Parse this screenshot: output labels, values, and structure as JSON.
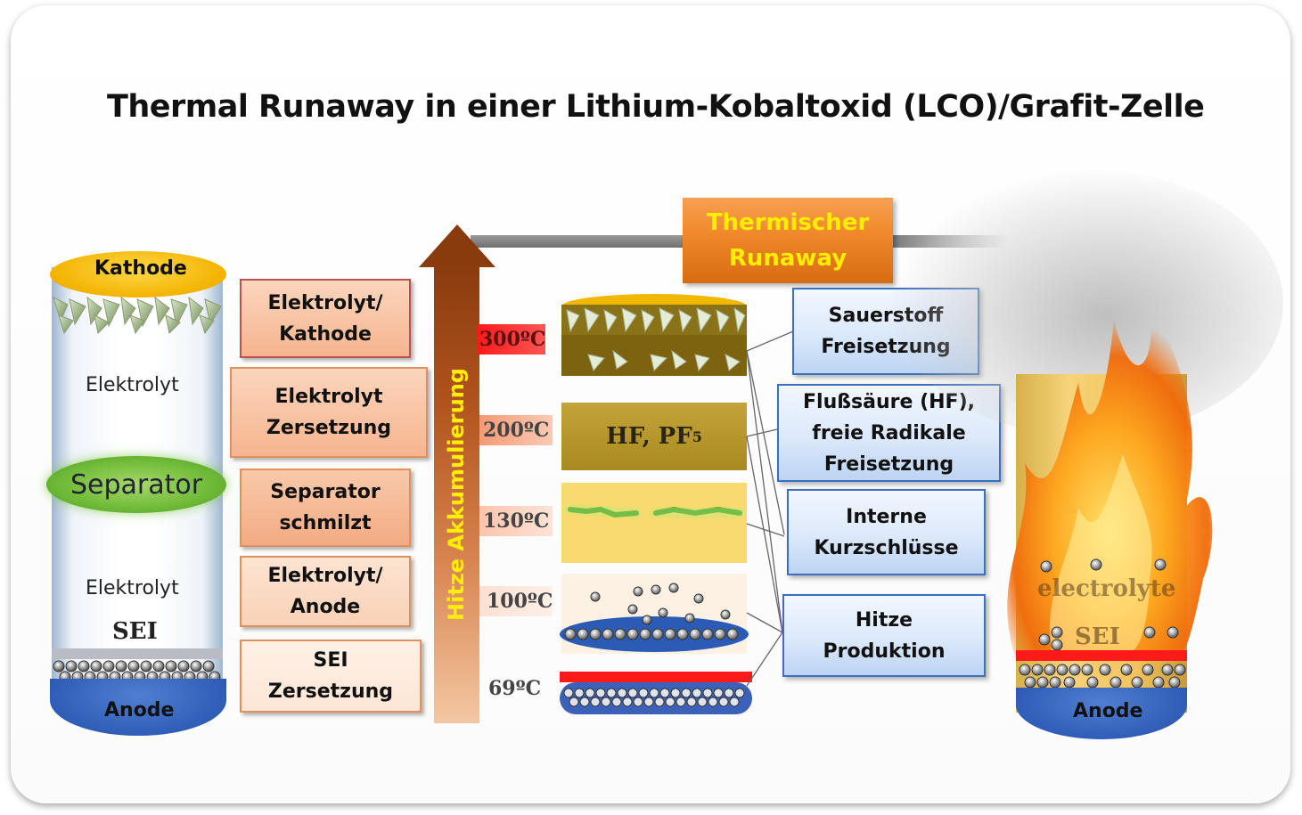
{
  "title": "Thermal Runaway in einer Lithium-Kobaltoxid (LCO)/Grafit-Zelle",
  "left_cell": {
    "cathode": "Kathode",
    "electrolyte_top": "Elektrolyt",
    "separator": "Separator",
    "electrolyte_bottom": "Elektrolyt",
    "sei": "SEI",
    "anode": "Anode"
  },
  "reaction_boxes": [
    {
      "line1": "Elektrolyt/",
      "line2": "Kathode"
    },
    {
      "line1": "Elektrolyt",
      "line2": "Zersetzung"
    },
    {
      "line1": "Separator",
      "line2": "schmilzt"
    },
    {
      "line1": "Elektrolyt/",
      "line2": "Anode"
    },
    {
      "line1": "SEI",
      "line2": "Zersetzung"
    }
  ],
  "heat_arrow": "Hitze Akkumulierung",
  "temperatures": [
    "300ºC",
    "200ºC",
    "130ºC",
    "100ºC",
    "69ºC"
  ],
  "layer_hf_label": "HF, PF",
  "layer_hf_sub": "5",
  "runaway": {
    "line1": "Thermischer",
    "line2": "Runaway"
  },
  "effects": [
    {
      "lines": [
        "Sauerstoff",
        "Freisetzung"
      ]
    },
    {
      "lines": [
        "Flußsäure  (HF),",
        "freie Radikale",
        "Freisetzung"
      ]
    },
    {
      "lines": [
        "Interne",
        "Kurzschlüsse"
      ]
    },
    {
      "lines": [
        "Hitze",
        "Produktion"
      ]
    }
  ],
  "fire_cell": {
    "electrolyte": "electrolyte",
    "sei": "SEI",
    "anode": "Anode"
  },
  "colors": {
    "cathode": "#f3b300",
    "anode": "#2f5db7",
    "separator": "#6fba38",
    "runaway": "#f08a2c",
    "runaway_text": "#ffee00",
    "effect_border": "#3c6fbf"
  }
}
